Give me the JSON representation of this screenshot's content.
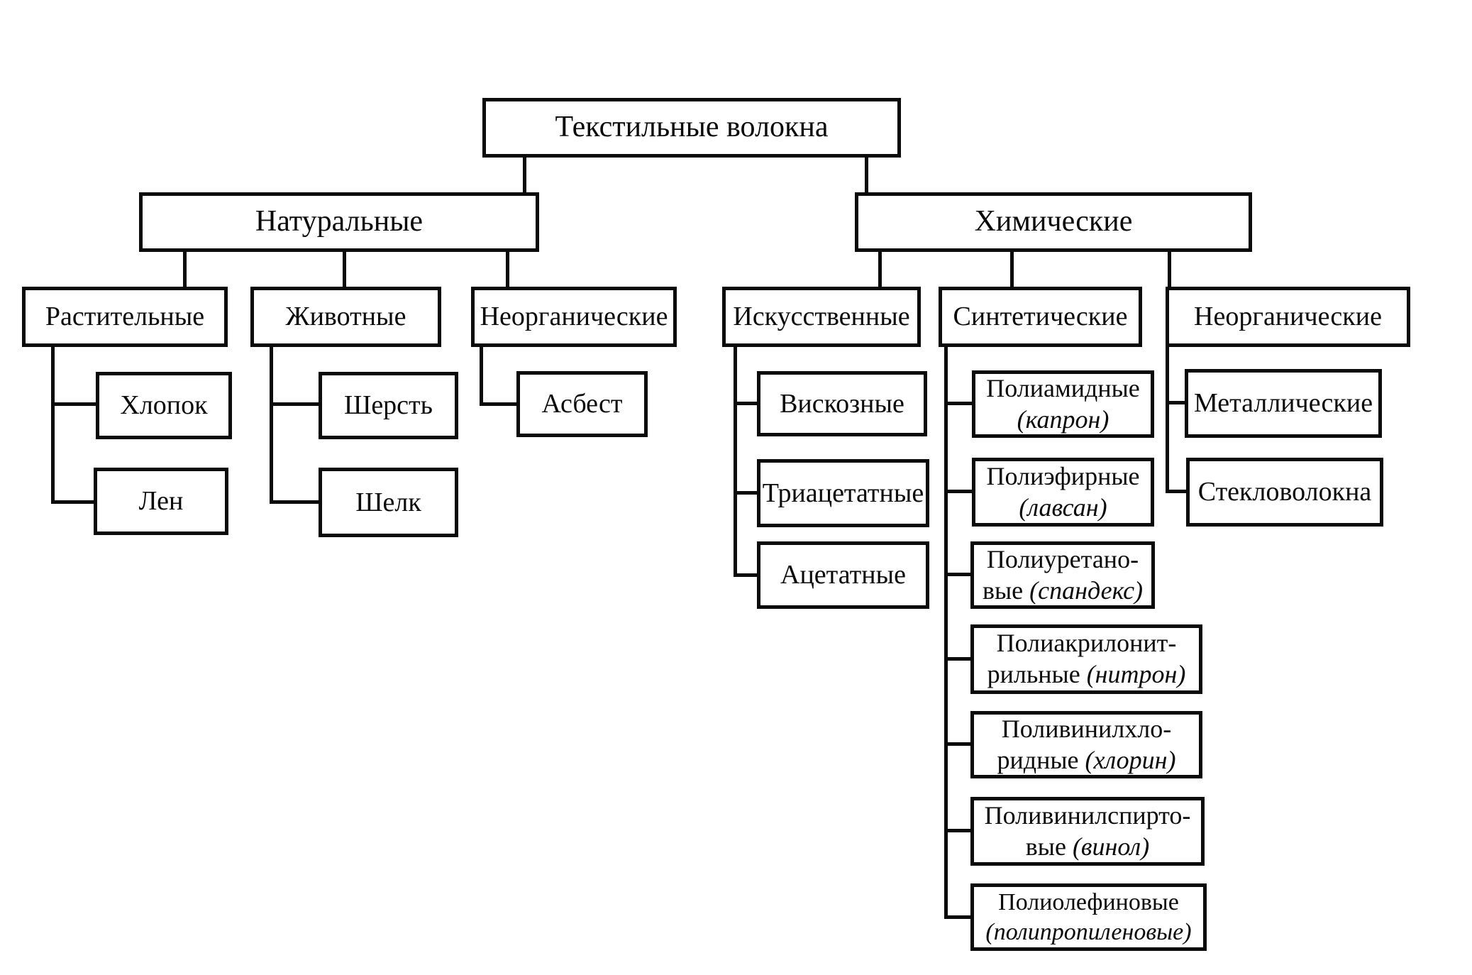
{
  "diagram": {
    "type": "hierarchy-tree",
    "language": "ru",
    "ink_color": "#0a0a0a",
    "paper_color": "#ffffff"
  },
  "nodes": {
    "root": {
      "label": "Текстильные волокна"
    },
    "natural": {
      "label": "Натуральные"
    },
    "chemical": {
      "label": "Химические"
    },
    "plant": {
      "label": "Растительные"
    },
    "animal": {
      "label": "Животные"
    },
    "inorganic_nat": {
      "label": "Неорганические"
    },
    "artificial": {
      "label": "Искусственные"
    },
    "synthetic": {
      "label": "Синтетические"
    },
    "inorganic_chem": {
      "label": "Неорганические"
    },
    "cotton": {
      "label": "Хлопок"
    },
    "flax": {
      "label": "Лен"
    },
    "wool": {
      "label": "Шерсть"
    },
    "silk": {
      "label": "Шелк"
    },
    "asbestos": {
      "label": "Асбест"
    },
    "viscose": {
      "label": "Вискозные"
    },
    "triacetate": {
      "label": "Триацетатные"
    },
    "acetate": {
      "label": "Ацетатные"
    },
    "polyamide": {
      "label": "Полиамидные",
      "term": "\n(капрон)"
    },
    "polyester": {
      "label": "Полиэфирные",
      "term": "\n(лавсан)"
    },
    "polyurethane": {
      "label": "Полиуретано-\nвые",
      "term": " (спандекс)"
    },
    "polyacrylonitrile": {
      "label": "Полиакрилонит-\nрильные",
      "term": " (нитрон)"
    },
    "pvc": {
      "label": "Поливинилхло-\nридные",
      "term": " (хлорин)"
    },
    "pva": {
      "label": "Поливинилспирто-\nвые",
      "term": " (винол)"
    },
    "polyolefin": {
      "label": "Полиолефиновые",
      "term": "\n(полипропиленовые)"
    }
  },
  "tree": {
    "root": [
      "natural",
      "chemical"
    ],
    "natural": [
      "plant",
      "animal",
      "inorganic_nat"
    ],
    "chemical": [
      "artificial",
      "synthetic",
      "inorganic_chem"
    ],
    "plant": [
      "cotton",
      "flax"
    ],
    "animal": [
      "wool",
      "silk"
    ],
    "inorganic_nat": [
      "asbestos"
    ],
    "artificial": [
      "viscose",
      "triacetate",
      "acetate"
    ],
    "synthetic": [
      "polyamide",
      "polyester",
      "polyurethane",
      "polyacrylonitrile",
      "pvc",
      "pva",
      "polyolefin"
    ],
    "inorganic_chem": [
      "metallic",
      "glass"
    ]
  },
  "extra_nodes": {
    "metallic": {
      "label": "Металлические"
    },
    "glass": {
      "label": "Стекловолокна"
    }
  }
}
